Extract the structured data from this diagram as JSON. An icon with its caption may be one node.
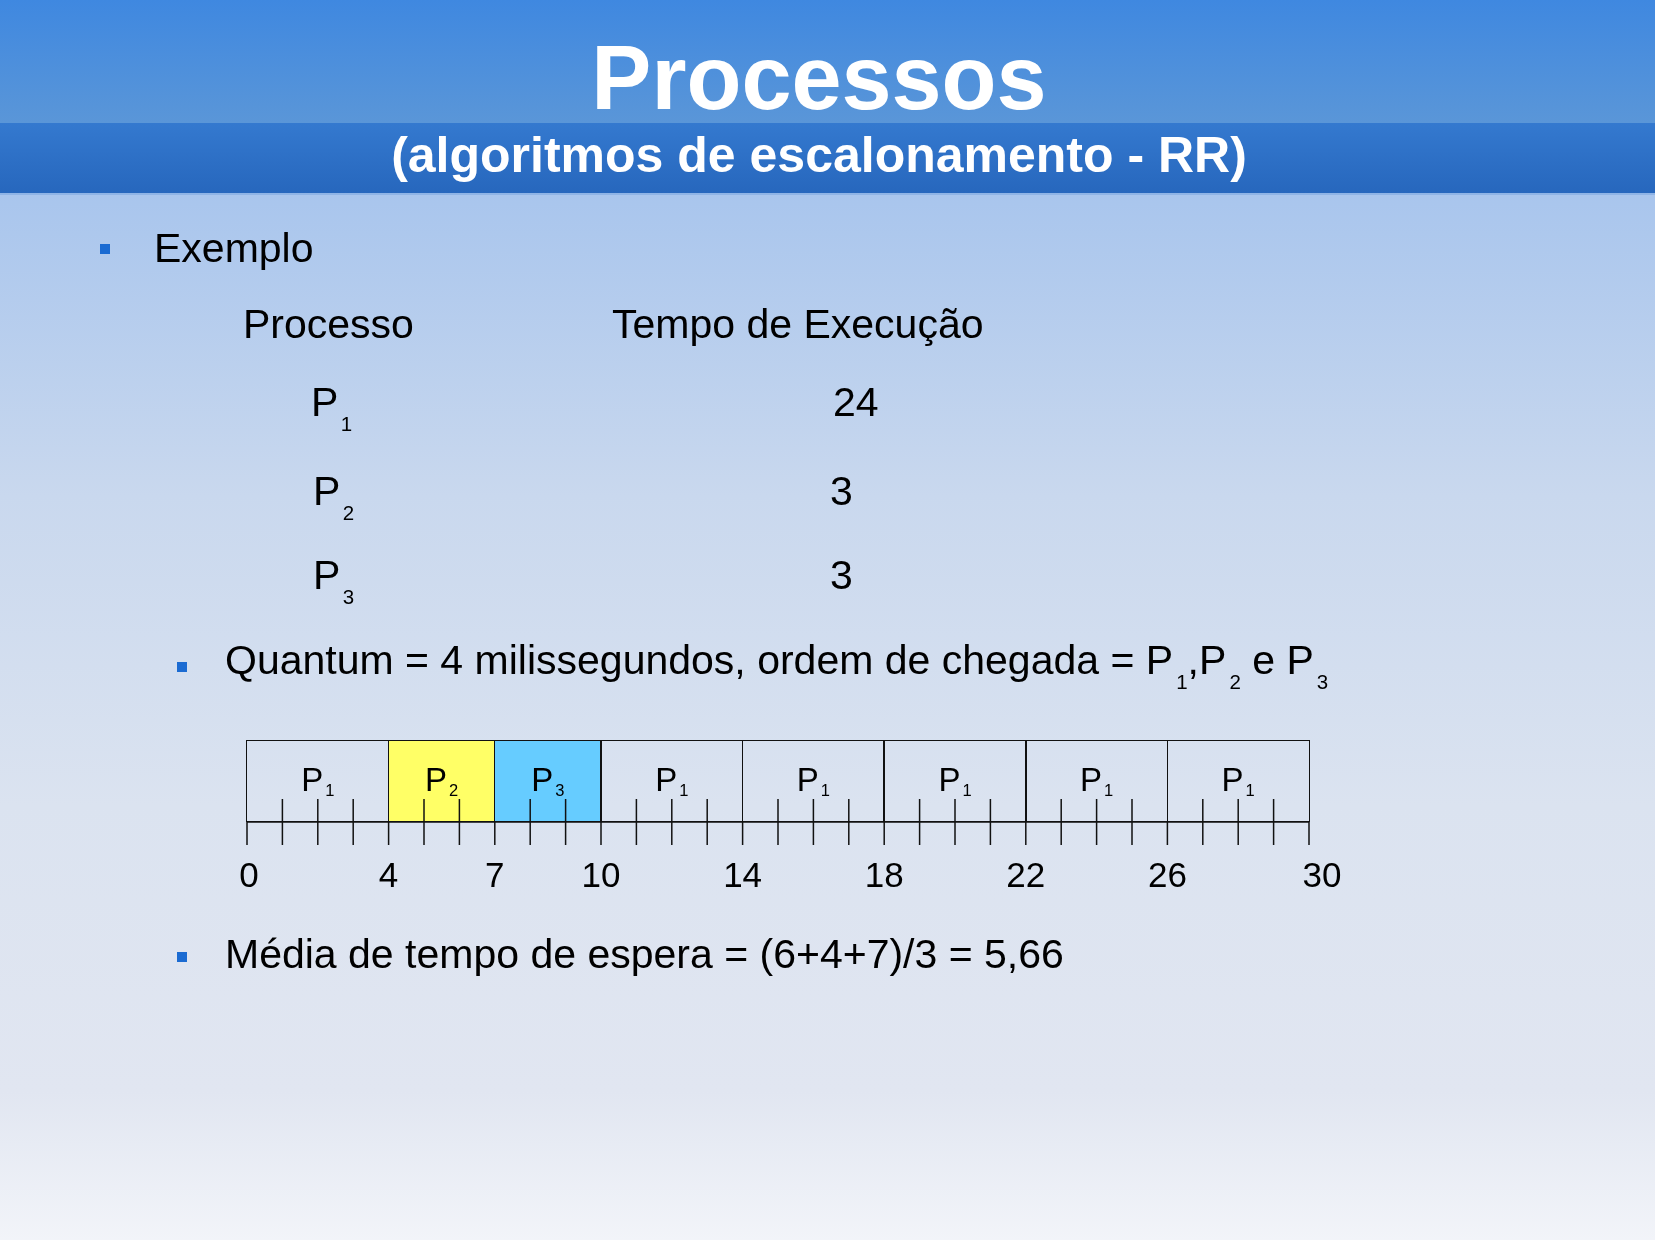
{
  "diagram": {
    "title": "Processos",
    "nodes": [
      {
        "text": [
          "P$_{1}$"
        ]
      },
      {
        "text": [
          "P$_{2}$"
        ]
      },
      {
        "text": [
          "P$_{3}$"
        ]
      },
      {
        "text": [
          "P$_{1}$"
        ]
      },
      {
        "text": [
          "P$_{1}$"
        ]
      },
      {
        "text": [
          "P$_{1}$"
        ]
      },
      {
        "text": [
          "P$_{1}$"
        ]
      },
      {
        "text": [
          "P$_{1}$"
        ]
      }
    ],
    "labels": [
      "(algoritmos de escalonamento - RR)",
      "Exemplo",
      "Processo",
      "Tempo de Execução",
      "P$_{1}$",
      "24",
      "P$_{2}$",
      "3",
      "P$_{3}$",
      "3",
      "Quantum = 4 milissegundos, ordem de chegada = P$_{1}$,P$_{2}$ e P$_{3}$",
      "0",
      "4",
      "7",
      "10",
      "14",
      "18",
      "22",
      "26",
      "30",
      "Média de tempo de espera = (6+4+7)/3 = 5,66"
    ]
  }
}
